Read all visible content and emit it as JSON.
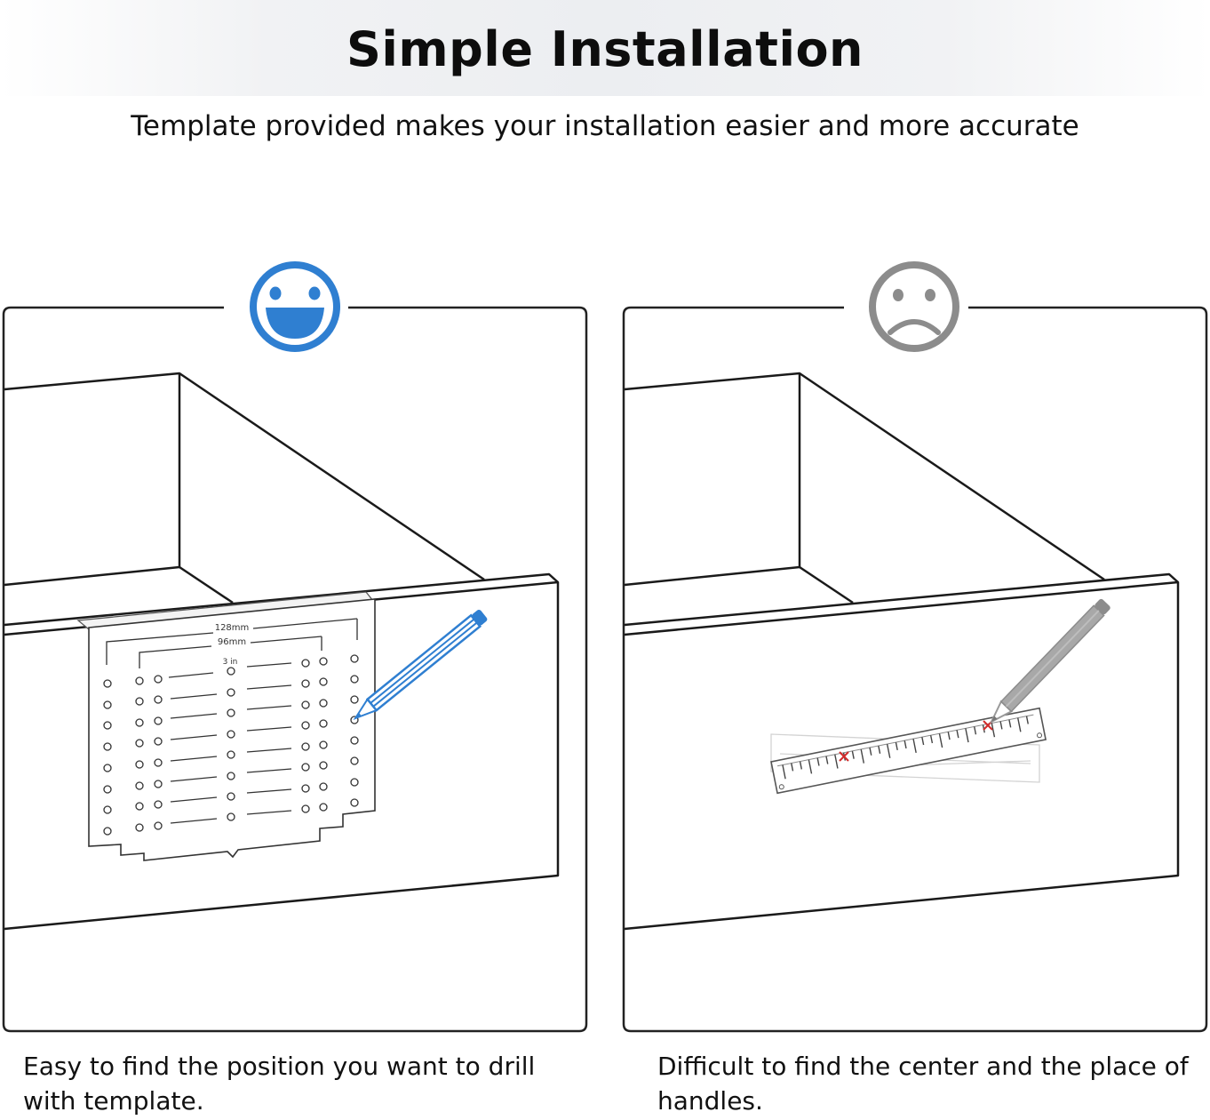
{
  "header": {
    "title": "Simple Installation",
    "subtitle": "Template provided makes your installation easier and more accurate"
  },
  "panels": [
    {
      "face": "happy-face-icon",
      "face_color": "#2f7fd1",
      "caption": "Easy to find the position you want to drill with template.",
      "template_labels": {
        "mm128": "128mm",
        "mm96": "96mm",
        "in3": "3 in"
      },
      "pencil_color": "#2f7fd1"
    },
    {
      "face": "sad-face-icon",
      "face_color": "#8c8c8c",
      "caption": "Difficult to find the center and the place of handles.",
      "pencil_color": "#9a9a9a",
      "mark_color": "#d22a2a"
    }
  ]
}
